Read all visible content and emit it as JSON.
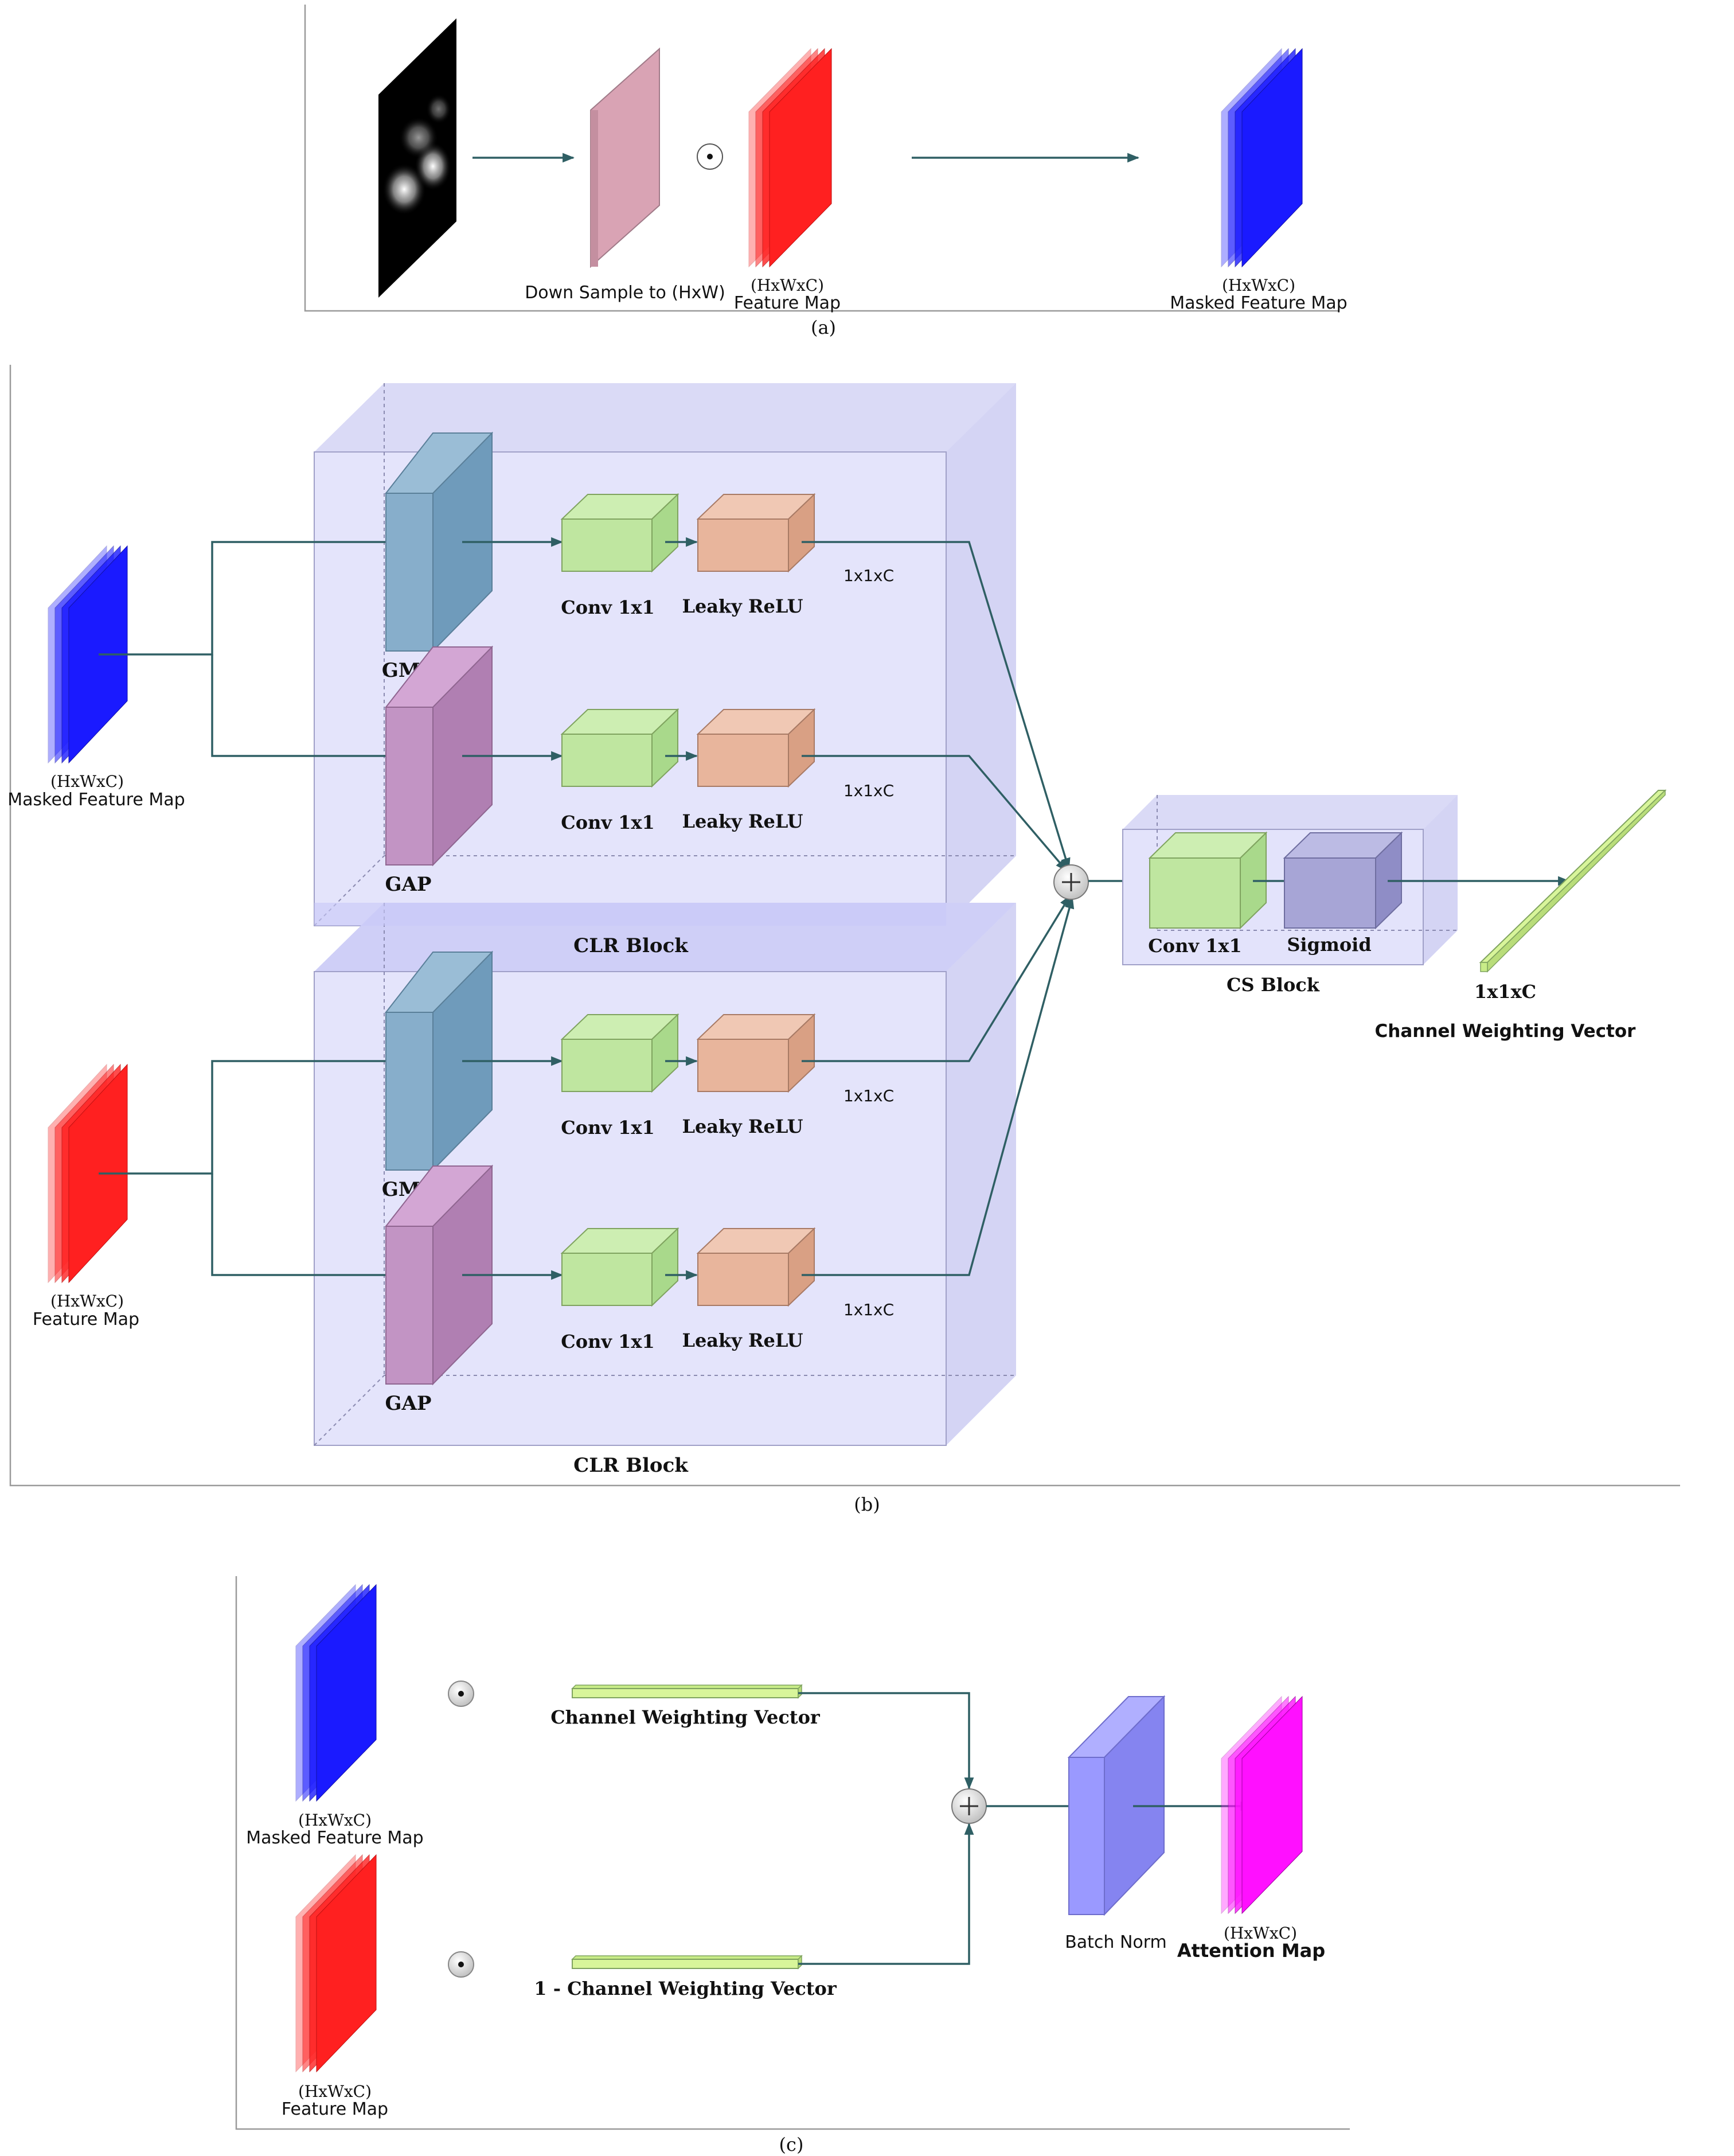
{
  "panels": {
    "a": {
      "caption": "(a)",
      "downsample_label": "Down Sample to (HxW)",
      "feature_dims": "(HxWxC)",
      "feature_label": "Feature Map",
      "masked_dims": "(HxWxC)",
      "masked_label": "Masked Feature Map"
    },
    "b": {
      "caption": "(b)",
      "input_top_dims": "(HxWxC)",
      "input_top_label": "Masked Feature Map",
      "input_bottom_dims": "(HxWxC)",
      "input_bottom_label": "Feature Map",
      "gmp": "GMP",
      "gap": "GAP",
      "conv": "Conv 1x1",
      "leaky": "Leaky ReLU",
      "out_dim": "1x1xC",
      "clr_block": "CLR Block",
      "cs_conv": "Conv 1x1",
      "sigmoid": "Sigmoid",
      "cs_block": "CS Block",
      "vector_dim": "1x1xC",
      "vector_label": "Channel Weighting Vector"
    },
    "c": {
      "caption": "(c)",
      "masked_dims": "(HxWxC)",
      "masked_label": "Masked Feature Map",
      "feature_dims": "(HxWxC)",
      "feature_label": "Feature Map",
      "cwv_label": "Channel Weighting Vector",
      "one_minus_cwv_label": "1 - Channel Weighting Vector",
      "batchnorm_label": "Batch Norm",
      "attention_dims": "(HxWxC)",
      "attention_label": "Attention Map"
    }
  },
  "colors": {
    "blue_map": "#1a1aff",
    "red_map": "#ff2020",
    "magenta_map": "#ff10ff",
    "pink_downsample": "#d9a3b4",
    "gmp_block": "#7fa9c6",
    "gap_block": "#c294c4",
    "conv_block": "#bfe6a0",
    "leaky_block": "#e8b59c",
    "sigmoid_block": "#a7a5d6",
    "batchnorm_block": "#9a99ff",
    "clr_container": "#e3e3fb",
    "vector_green": "#d8f59a",
    "arrow": "#2f5f64"
  }
}
